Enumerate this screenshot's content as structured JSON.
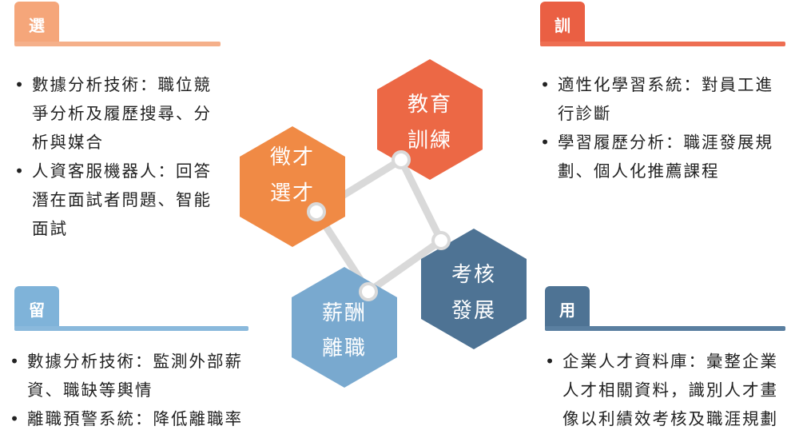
{
  "sections": {
    "select": {
      "tag": "選",
      "color": "#f5a67a",
      "bar_color": "#f5b08a",
      "points": [
        "數據分析技術：職位競爭分析及履歷搜尋、分析與媒合",
        "人資客服機器人：回答潛在面試者問題、智能面試"
      ]
    },
    "train": {
      "tag": "訓",
      "color": "#ea5f43",
      "bar_color": "#ee6e52",
      "points": [
        "適性化學習系統：對員工進行診斷",
        "學習履歷分析：職涯發展規劃、個人化推薦課程"
      ]
    },
    "retain": {
      "tag": "留",
      "color": "#7fb3d9",
      "bar_color": "#8ab9dc",
      "points": [
        "數據分析技術：監測外部薪資、職缺等輿情",
        "離職預警系統：降低離職率"
      ]
    },
    "use": {
      "tag": "用",
      "color": "#4e7394",
      "bar_color": "#5a7fa0",
      "points": [
        "企業人才資料庫：彙整企業人才相關資料，識別人才畫像以利績效考核及職涯規劃"
      ]
    }
  },
  "hexagons": [
    {
      "id": "recruit",
      "line1": "徵才",
      "line2": "選才",
      "color": "#f08a45"
    },
    {
      "id": "training",
      "line1": "教育",
      "line2": "訓練",
      "color": "#ec6845"
    },
    {
      "id": "appraisal",
      "line1": "考核",
      "line2": "發展",
      "color": "#4e7394"
    },
    {
      "id": "compensation",
      "line1": "薪酬",
      "line2": "離職",
      "color": "#79a9cf"
    }
  ],
  "connector_color": "#d9d9d9"
}
